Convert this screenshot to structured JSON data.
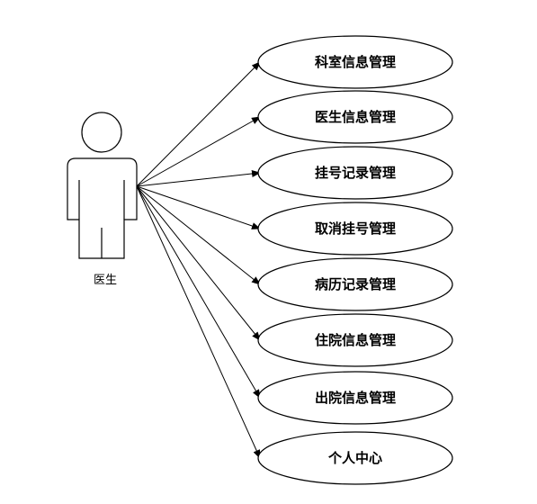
{
  "actor": {
    "name": "医生"
  },
  "use_cases": [
    {
      "label": "科室信息管理"
    },
    {
      "label": "医生信息管理"
    },
    {
      "label": "挂号记录管理"
    },
    {
      "label": "取消挂号管理"
    },
    {
      "label": "病历记录管理"
    },
    {
      "label": "住院信息管理"
    },
    {
      "label": "出院信息管理"
    },
    {
      "label": "个人中心"
    }
  ]
}
